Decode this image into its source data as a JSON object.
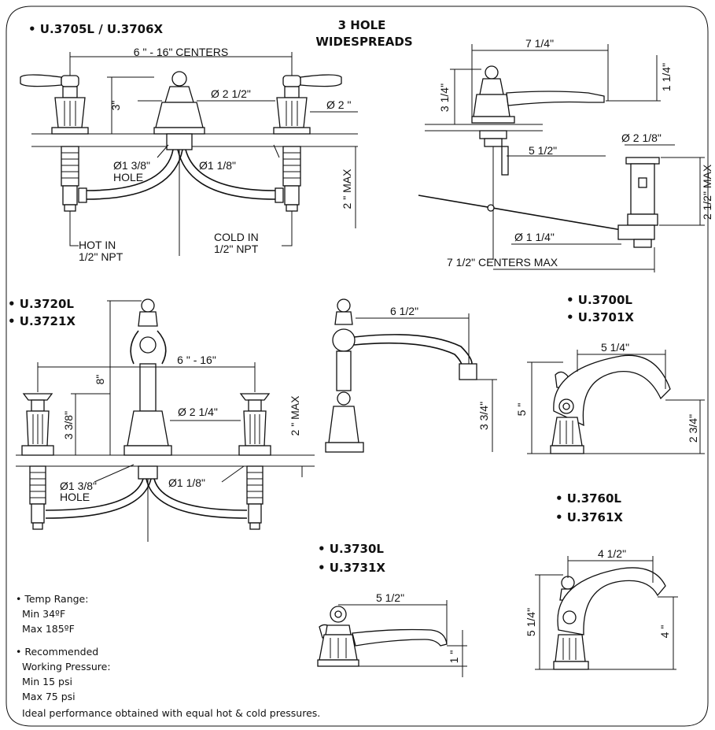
{
  "title": {
    "line1": "3 HOLE",
    "line2": "WIDESPREADS"
  },
  "models": {
    "a": "• U.3705L / U.3706X",
    "b1": "• U.3720L",
    "b2": "• U.3721X",
    "c1": "• U.3700L",
    "c2": "• U.3701X",
    "d1": "• U.3760L",
    "d2": "• U.3761X",
    "e1": "• U.3730L",
    "e2": "• U.3731X"
  },
  "dims_a": {
    "centers": "6 \" - 16\" CENTERS",
    "height": "3\"",
    "spout_dia": "Ø 2  1/2\"",
    "handle_dia": "Ø 2 \"",
    "hole_a": "Ø1 3/8\"",
    "hole_a2": "HOLE",
    "hole_b": "Ø1 1/8\"",
    "max": "2 \" MAX",
    "hot1": "HOT IN",
    "hot2": "1/2\" NPT",
    "cold1": "COLD IN",
    "cold2": "1/2\" NPT"
  },
  "dims_side": {
    "reach": "7  1/4\"",
    "height": "3  1/4\"",
    "outlet": "1  1/4\"",
    "shank": "5  1/2\"",
    "drain_dia": "Ø 2  1/8\"",
    "drain_max": "2  1/2\" MAX",
    "rod_dia": "Ø 1  1/4\"",
    "centers_max": "7  1/2\" CENTERS MAX"
  },
  "dims_b": {
    "height": "8\"",
    "centers": "6 \" - 16\"",
    "handle": "3  3/8\"",
    "spout_dia": "Ø 2  1/4\"",
    "max": "2 \" MAX",
    "hole_a": "Ø1 3/8\"",
    "hole_a2": "HOLE",
    "hole_b": "Ø1 1/8\""
  },
  "dims_b_side": {
    "reach": "6  1/2\"",
    "height": "3  3/4\""
  },
  "dims_c": {
    "reach": "5  1/4\"",
    "height": "5 \"",
    "outlet": "2  3/4\""
  },
  "dims_d": {
    "reach": "4  1/2\"",
    "height": "5  1/4\"",
    "outlet": "4 \""
  },
  "dims_e": {
    "reach": "5  1/2\"",
    "outlet": "1 \""
  },
  "notes": {
    "t1": "• Temp Range:",
    "t2": "Min 34ºF",
    "t3": "Max 185ºF",
    "r1": "• Recommended",
    "r2": "Working Pressure:",
    "r3": "Min 15 psi",
    "r4": "Max 75 psi",
    "r5": "Ideal performance obtained with equal hot & cold pressures."
  }
}
